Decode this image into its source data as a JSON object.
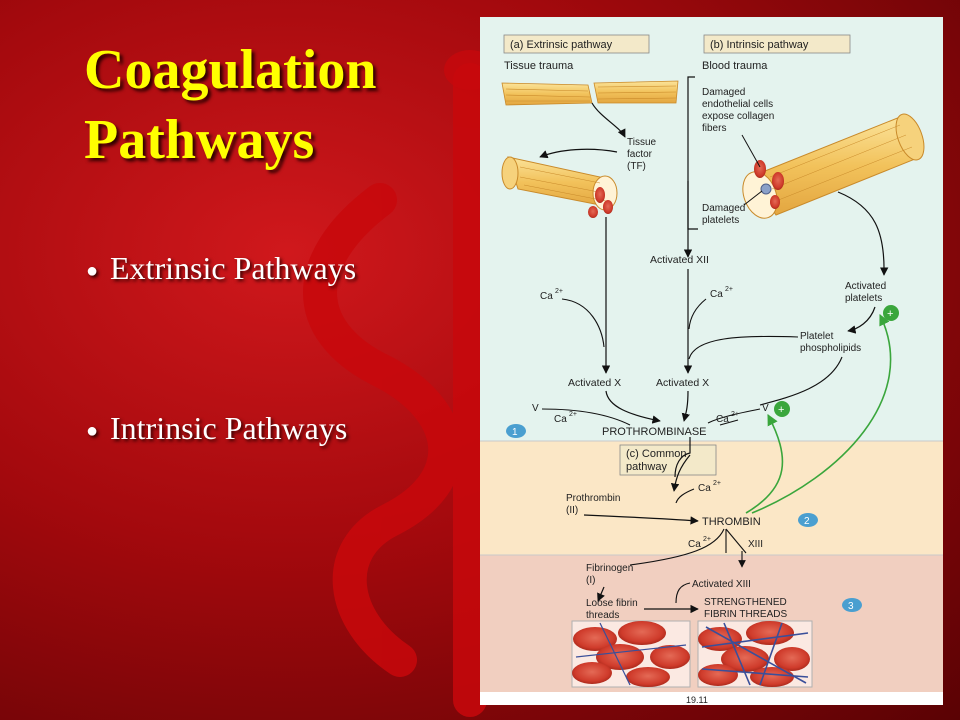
{
  "slide": {
    "title_line1": "Coagulation",
    "title_line2": "Pathways",
    "bullets": [
      "Extrinsic Pathways",
      "Intrinsic Pathways"
    ]
  },
  "colors": {
    "title": "#ffff00",
    "background": "#b00d10",
    "panel_top": "#e4f3ee",
    "panel_mid": "#fbe7c6",
    "panel_bottom": "#f1cfc0",
    "step_badge": "#4a9fd0",
    "feedback_arrow": "#3aa63c"
  },
  "figure": {
    "panel_a_label": "(a) Extrinsic pathway",
    "panel_b_label": "(b) Intrinsic pathway",
    "panel_c_label_line1": "(c) Common",
    "panel_c_label_line2": "pathway",
    "tissue_trauma": "Tissue trauma",
    "blood_trauma": "Blood trauma",
    "damaged_endothelial": [
      "Damaged",
      "endothelial cells",
      "expose collagen",
      "fibers"
    ],
    "tissue_factor": [
      "Tissue",
      "factor",
      "(TF)"
    ],
    "damaged_platelets": [
      "Damaged",
      "platelets"
    ],
    "activated_xii": "Activated XII",
    "ca_label": "Ca",
    "ca_superscript": "2+",
    "activated_platelets": [
      "Activated",
      "platelets"
    ],
    "platelet_phospholipids": [
      "Platelet",
      "phospholipids"
    ],
    "activated_x": "Activated X",
    "v_label": "V",
    "plus_sign": "+",
    "prothrombinase": "PROTHROMBINASE",
    "prothrombin": [
      "Prothrombin",
      "(II)"
    ],
    "thrombin": "THROMBIN",
    "xiii": "XIII",
    "fibrinogen": [
      "Fibrinogen",
      "(I)"
    ],
    "activated_xiii": "Activated XIII",
    "loose_fibrin": [
      "Loose fibrin",
      "threads"
    ],
    "strengthened_fibrin": [
      "STRENGTHENED",
      "FIBRIN THREADS"
    ],
    "step_numbers": [
      "1",
      "2",
      "3"
    ],
    "figure_number": "19.11"
  }
}
